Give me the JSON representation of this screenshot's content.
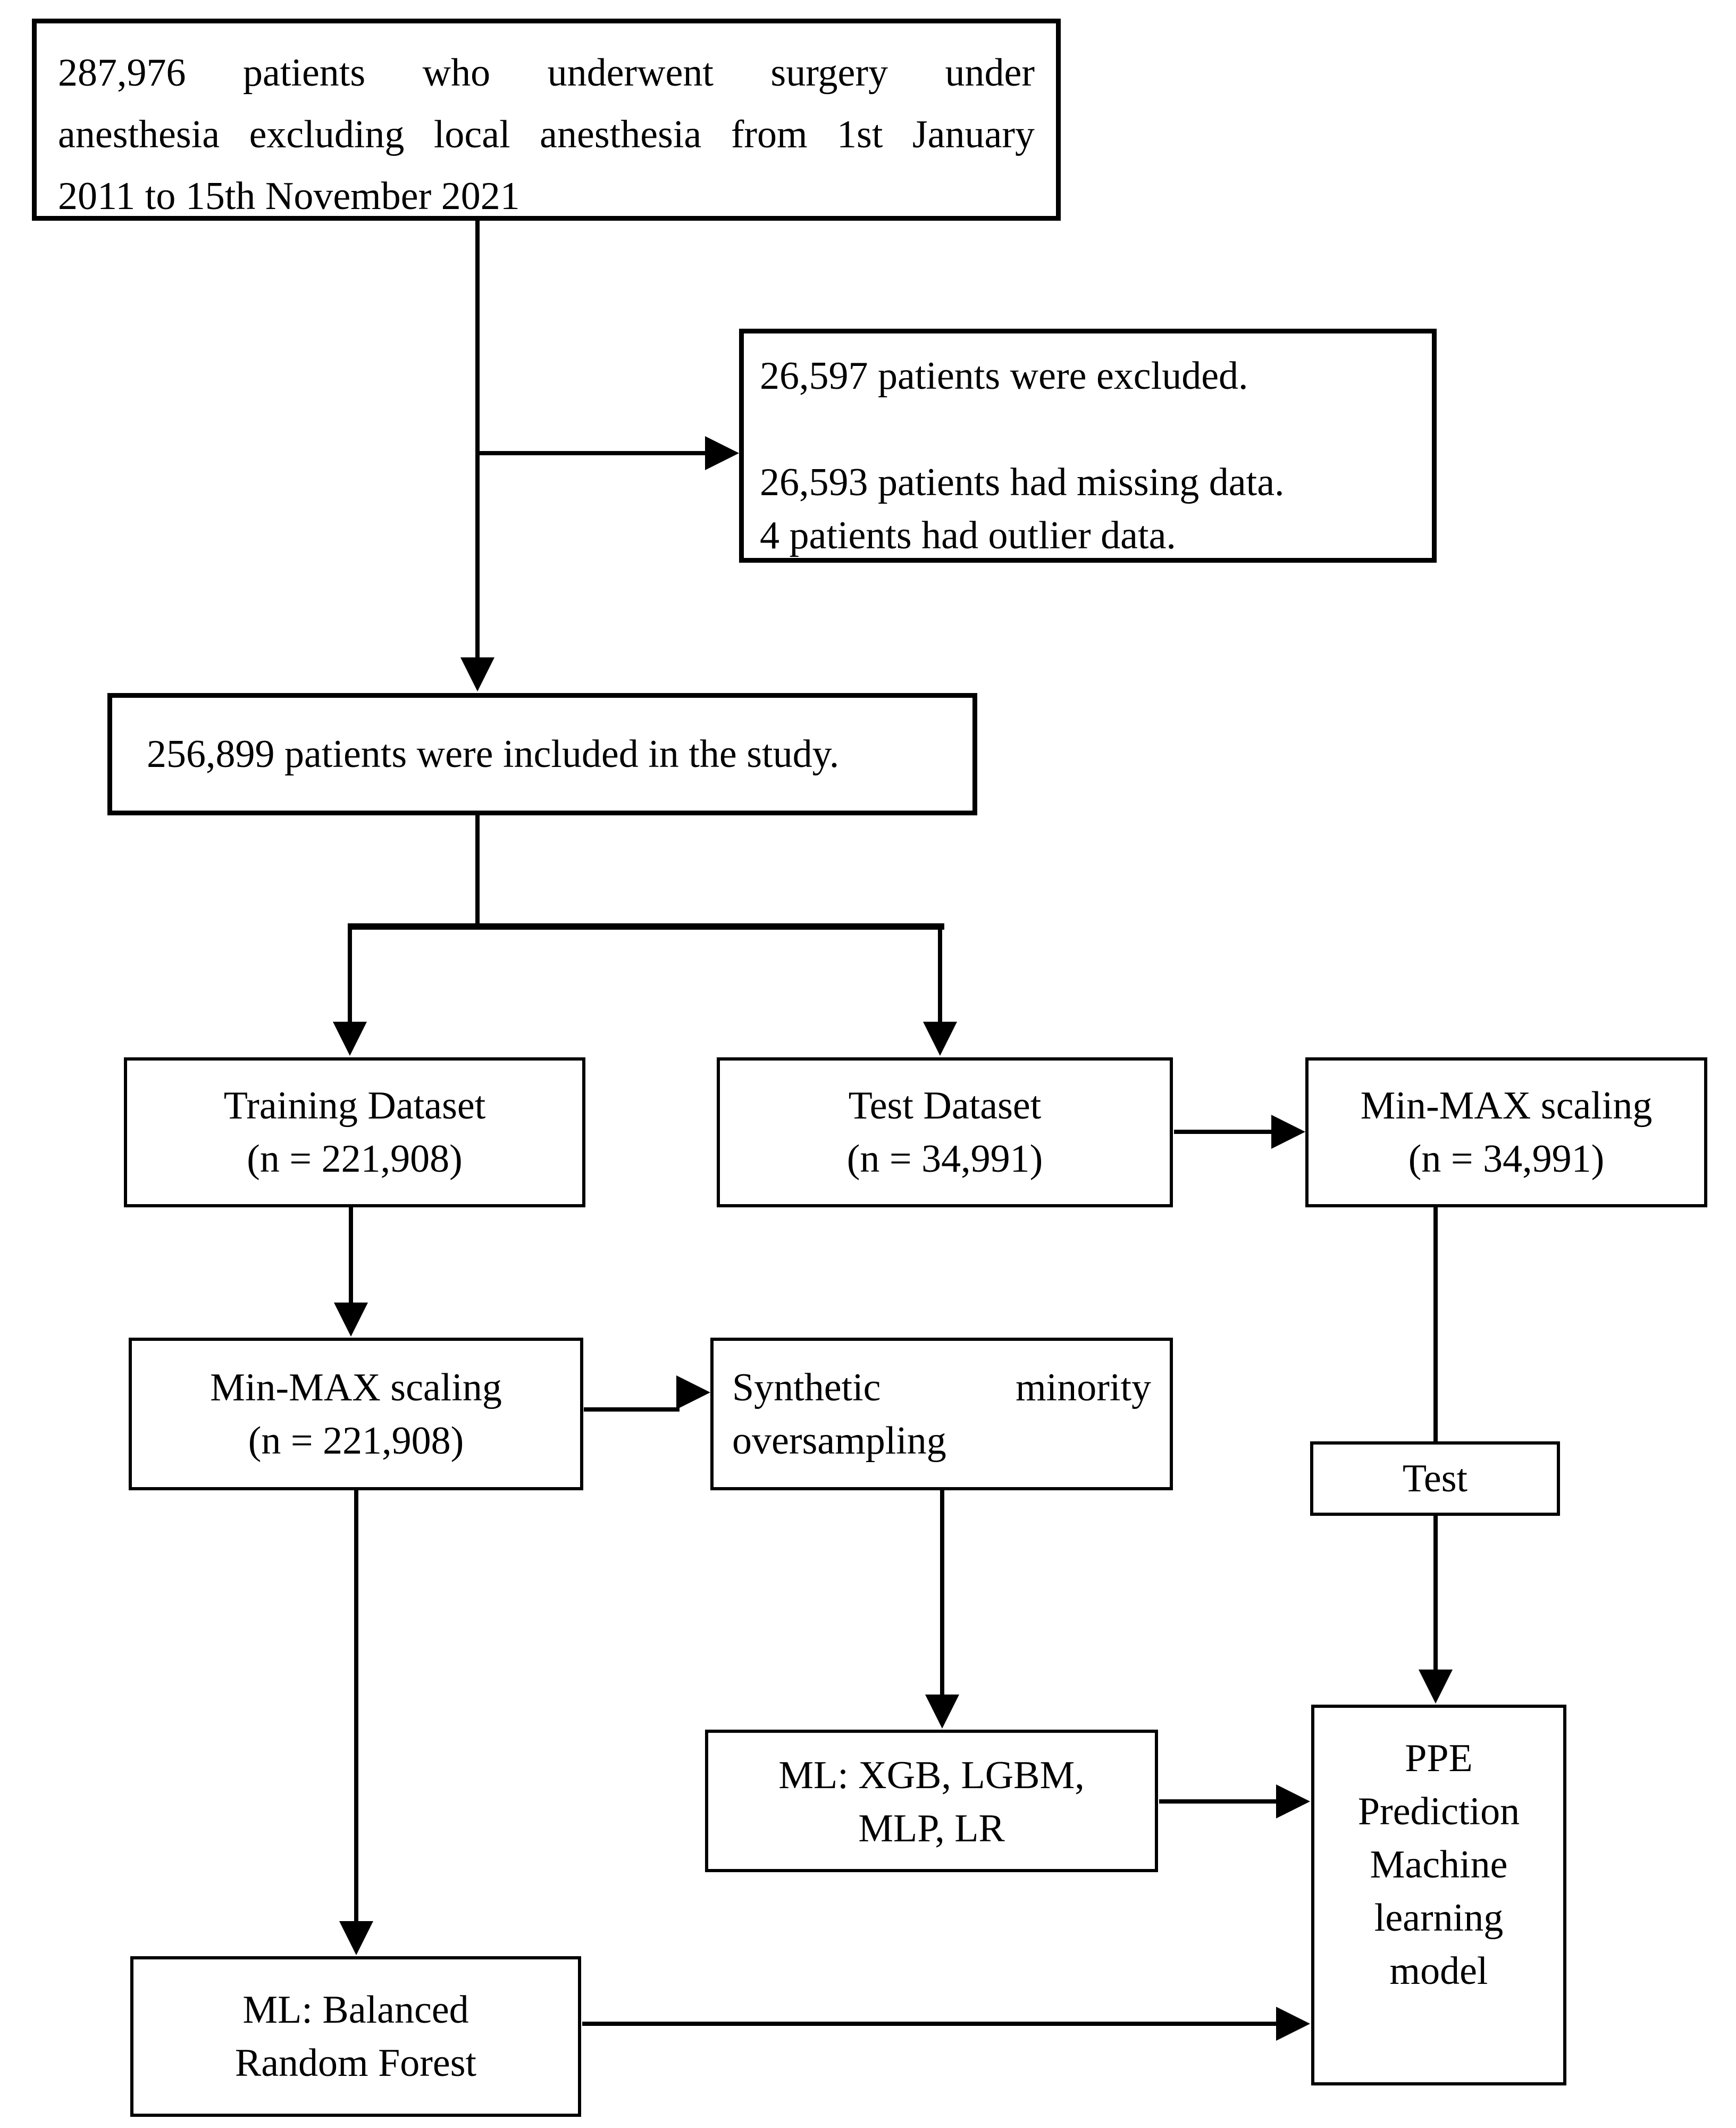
{
  "diagram": {
    "type": "patient-flow-chart",
    "background_color": "#ffffff",
    "line_color": "#000000",
    "boxes": {
      "initial": {
        "text": "287,976 patients who underwent surgery under anesthesia excluding local anesthesia from 1st January 2011 to 15th November 2021",
        "lines": [
          "287,976 patients who underwent surgery under",
          "anesthesia excluding local anesthesia from 1st January",
          "2011 to 15th November 2021"
        ]
      },
      "excluded": {
        "lines": [
          "26,597 patients were excluded.",
          "26,593 patients had missing data.",
          "4 patients had outlier data."
        ]
      },
      "included": {
        "text": "256,899 patients were included in the study."
      },
      "training": {
        "lines": [
          "Training Dataset",
          "(n = 221,908)"
        ]
      },
      "test_dataset": {
        "lines": [
          "Test Dataset",
          "(n = 34,991)"
        ]
      },
      "minmax_test": {
        "lines": [
          "Min-MAX scaling",
          "(n = 34,991)"
        ]
      },
      "minmax_train": {
        "lines": [
          "Min-MAX scaling",
          "(n = 221,908)"
        ]
      },
      "smote": {
        "lines": [
          "Synthetic minority",
          "oversampling"
        ]
      },
      "test_step": {
        "text": "Test"
      },
      "ml_models": {
        "lines": [
          "ML: XGB, LGBM,",
          "MLP, LR"
        ]
      },
      "ml_brf": {
        "lines": [
          "ML: Balanced",
          "Random Forest"
        ]
      },
      "ppe": {
        "lines": [
          "PPE",
          "Prediction",
          "Machine",
          "learning",
          "model"
        ]
      }
    }
  }
}
